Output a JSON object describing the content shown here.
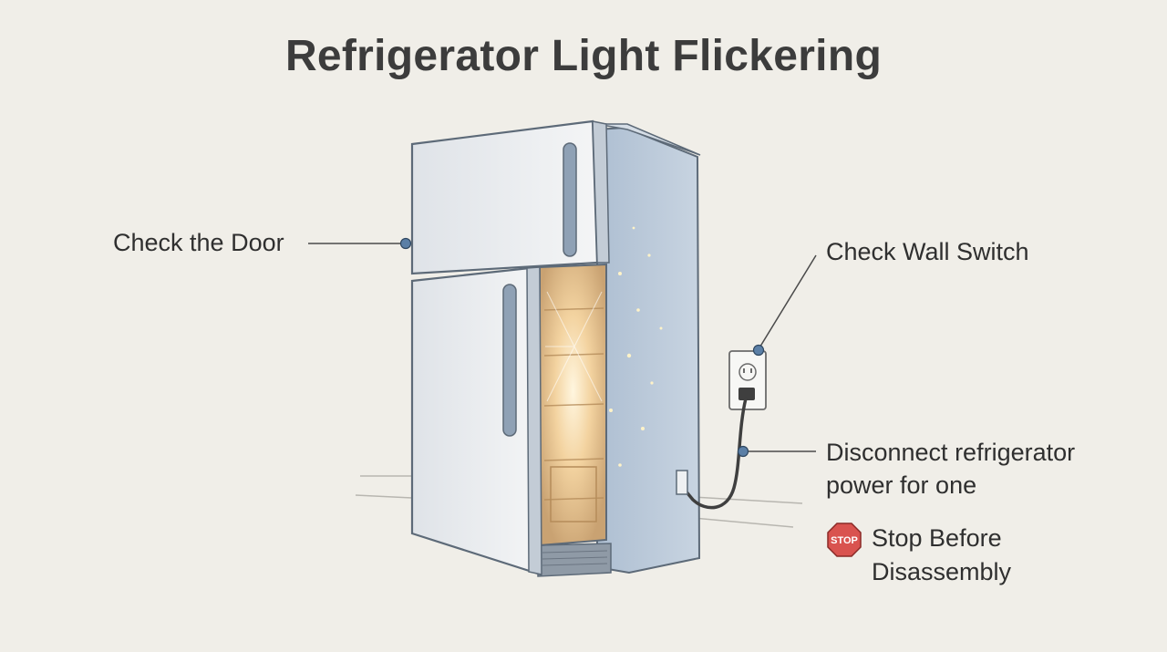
{
  "title": "Refrigerator Light Flickering",
  "callouts": {
    "door": "Check the Door",
    "wall_switch": "Check Wall Switch",
    "disconnect": "Disconnect refrigerator\npower for one",
    "stop": "Stop Before\nDisassembly"
  },
  "stop_sign": "STOP",
  "colors": {
    "background": "#f0eee8",
    "callout_dot": "#5b7fa6",
    "stop_red": "#d9534f",
    "fridge_body": "#b9c8d8",
    "interior_glow": "#f6d9a8"
  }
}
